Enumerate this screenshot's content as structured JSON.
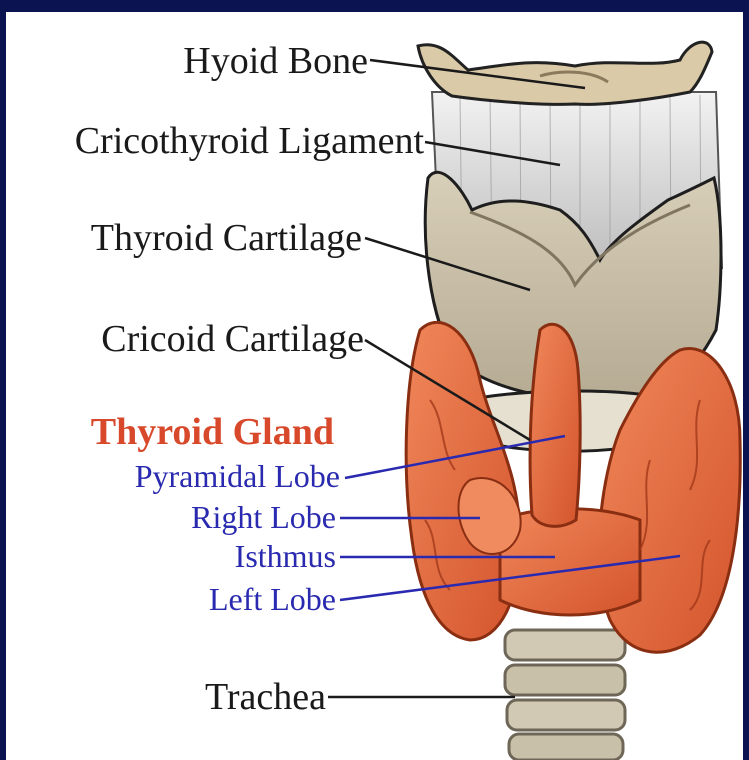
{
  "labels": {
    "hyoid_bone": "Hyoid Bone",
    "cricothyroid_ligament": "Cricothyroid Ligament",
    "thyroid_cartilage": "Thyroid Cartilage",
    "cricoid_cartilage": "Cricoid Cartilage",
    "thyroid_gland": "Thyroid Gland",
    "pyramidal_lobe": "Pyramidal Lobe",
    "right_lobe": "Right Lobe",
    "isthmus": "Isthmus",
    "left_lobe": "Left Lobe",
    "trachea": "Trachea"
  },
  "colors": {
    "frame": "#0b1450",
    "background": "#ffffff",
    "label_black": "#1a1a1a",
    "label_gland": "#d8482a",
    "label_lobes": "#2a2ab0",
    "cartilage": "#c9bfa8",
    "bone": "#d9c8a8",
    "gland": "#e8693f",
    "gland_dark": "#b8401e"
  }
}
